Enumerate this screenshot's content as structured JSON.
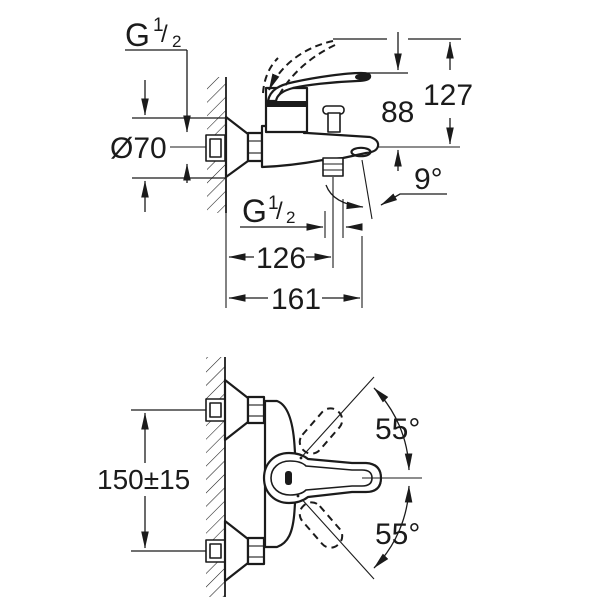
{
  "colors": {
    "background": "#ffffff",
    "ink": "#1b1b1b"
  },
  "side_view": {
    "labels": {
      "wall_connection_thread": {
        "base": "G",
        "numerator": "1",
        "slash": "/",
        "denominator": "2"
      },
      "escutcheon_diameter": "Ø70",
      "axis_to_handle_top": "88",
      "axis_to_open_handle_top": "127",
      "spout_outlet_angle": "9°",
      "shower_outlet_thread": {
        "base": "G",
        "numerator": "1",
        "slash": "/",
        "denominator": "2"
      },
      "wall_to_shower_outlet": "126",
      "wall_to_spout_tip": "161"
    }
  },
  "front_view": {
    "labels": {
      "supply_centre_distance": "150±15",
      "handle_swing_up": "55°",
      "handle_swing_down": "55°"
    }
  }
}
